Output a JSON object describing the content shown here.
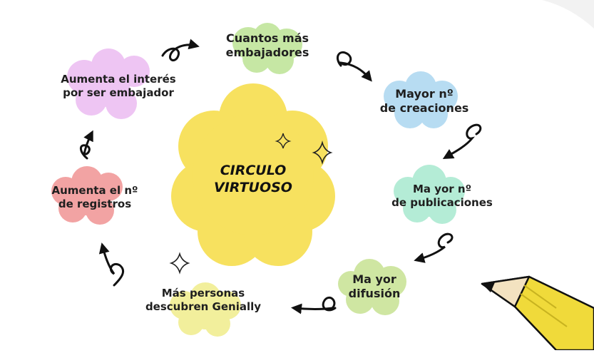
{
  "center": {
    "line1": "CIRCULO",
    "line2": "VIRTUOSO"
  },
  "steps": [
    {
      "line1": "Cuantos más",
      "line2": "embajadores"
    },
    {
      "line1": "Mayor nº",
      "line2": "de creaciones"
    },
    {
      "line1": "Ma yor nº",
      "line2": "de publicaciones"
    },
    {
      "line1": "Ma yor",
      "line2": "difusión"
    },
    {
      "line1": "Más personas",
      "line2": "descubren Genially"
    },
    {
      "line1": "Aumenta el nº",
      "line2": "de registros"
    },
    {
      "line1": "Aumenta el interés",
      "line2": "por ser embajador"
    }
  ],
  "colors": {
    "center_cloud": "#f7e15f",
    "green_cloud": "#c6e7a4",
    "blue_cloud": "#b7dcf2",
    "mint_cloud": "#b4ecd6",
    "olive_cloud": "#cfe6a2",
    "yellow_cloud": "#f2ef9c",
    "red_cloud": "#f2a3a3",
    "lilac_cloud": "#eec5f3",
    "pencil_body": "#f0da3a",
    "pencil_tip": "#f3e2c0"
  }
}
